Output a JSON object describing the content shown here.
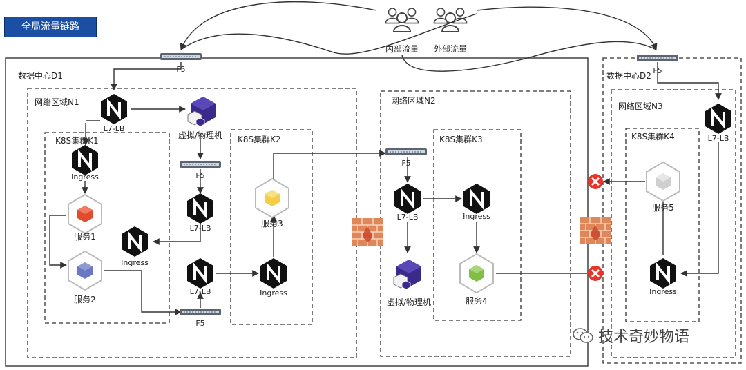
{
  "title": "全局流量链路",
  "users": {
    "internal": "内部流量",
    "external": "外部流量"
  },
  "datacenters": {
    "d1": "数据中心D1",
    "d2": "数据中心D2"
  },
  "zones": {
    "n1": "网络区域N1",
    "n2": "网络区域N2",
    "n3": "网络区域N3"
  },
  "clusters": {
    "k1": "K8S集群K1",
    "k2": "K8S集群K2",
    "k3": "K8S集群K3",
    "k4": "K8S集群K4"
  },
  "labels": {
    "f5": "F5",
    "l7lb": "L7-LB",
    "ingress": "Ingress",
    "vm": "虚拟/物理机",
    "service1": "服务1",
    "service2": "服务2",
    "service3": "服务3",
    "service4": "服务4",
    "service5": "服务5"
  },
  "colors": {
    "title_bg": "#1a4fa3",
    "service1": "#e34b2f",
    "service2": "#6a78c4",
    "service3": "#f4cf45",
    "service4": "#7fbf45",
    "service5": "#cfcfcf",
    "vm": "#3b2a8c",
    "firewall": "#e0875a",
    "block": "#e8352b"
  },
  "watermark": "技术奇妙物语"
}
